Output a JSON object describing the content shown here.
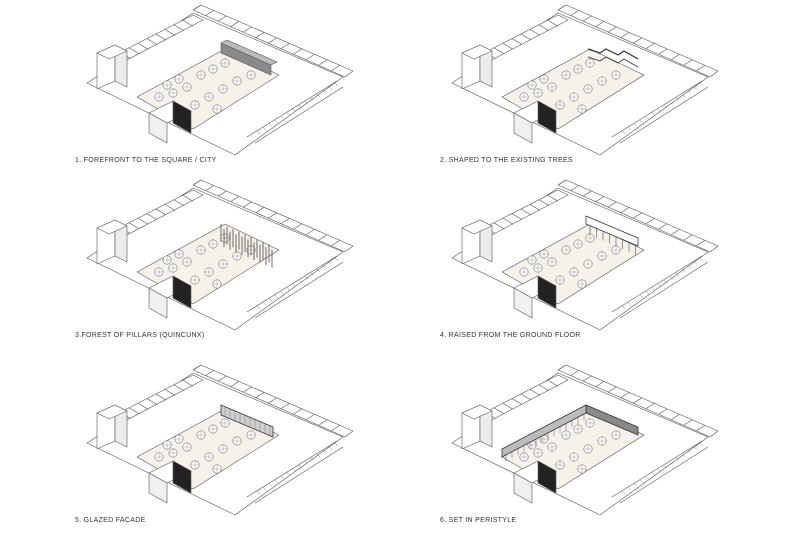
{
  "panels": [
    {
      "caption": "1. FOREFRONT TO THE SQUARE / CITY",
      "variant": "forefront"
    },
    {
      "caption": "2. SHAPED TO THE EXISTING TREES",
      "variant": "shaped"
    },
    {
      "caption": "3.FOREST OF PILLARS (QUINCUNX)",
      "variant": "pillars"
    },
    {
      "caption": "4. RAISED FROM THE GROUND FLOOR",
      "variant": "raised"
    },
    {
      "caption": "5. GLAZED FACADE",
      "variant": "glazed"
    },
    {
      "caption": "6. SET IN PERISTYLE",
      "variant": "peristyle"
    }
  ],
  "colors": {
    "line": "#555555",
    "square_fill": "#f6f2ea",
    "block_fill": "#ffffff",
    "highlight_fill": "#8a8a8a",
    "dark_fill": "#222222",
    "background": "#ffffff"
  }
}
